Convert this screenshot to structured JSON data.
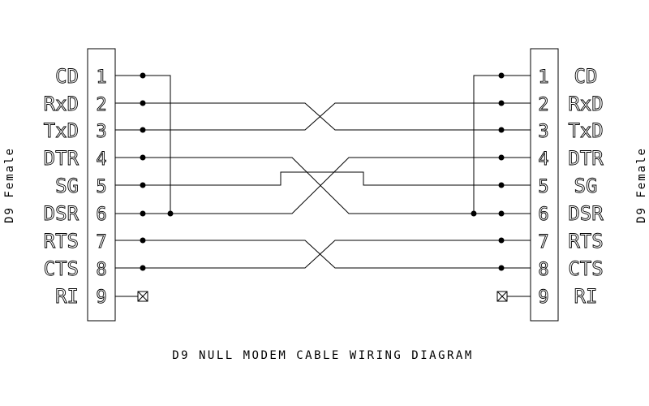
{
  "title": "D9 NULL MODEM CABLE WIRING DIAGRAM",
  "left_connector": {
    "label": "D9 Female",
    "pins": [
      {
        "num": "1",
        "signal": "CD"
      },
      {
        "num": "2",
        "signal": "RxD"
      },
      {
        "num": "3",
        "signal": "TxD"
      },
      {
        "num": "4",
        "signal": "DTR"
      },
      {
        "num": "5",
        "signal": "SG"
      },
      {
        "num": "6",
        "signal": "DSR"
      },
      {
        "num": "7",
        "signal": "RTS"
      },
      {
        "num": "8",
        "signal": "CTS"
      },
      {
        "num": "9",
        "signal": "RI"
      }
    ]
  },
  "right_connector": {
    "label": "D9 Female",
    "pins": [
      {
        "num": "1",
        "signal": "CD"
      },
      {
        "num": "2",
        "signal": "RxD"
      },
      {
        "num": "3",
        "signal": "TxD"
      },
      {
        "num": "4",
        "signal": "DTR"
      },
      {
        "num": "5",
        "signal": "SG"
      },
      {
        "num": "6",
        "signal": "DSR"
      },
      {
        "num": "7",
        "signal": "RTS"
      },
      {
        "num": "8",
        "signal": "CTS"
      },
      {
        "num": "9",
        "signal": "RI"
      }
    ]
  },
  "connections": [
    {
      "from": "2",
      "to": "3"
    },
    {
      "from": "3",
      "to": "2"
    },
    {
      "from": "4",
      "to": "6"
    },
    {
      "from": "6",
      "to": "4"
    },
    {
      "from": "5",
      "to": "5"
    },
    {
      "from": "7",
      "to": "8"
    },
    {
      "from": "8",
      "to": "7"
    },
    {
      "from": "1",
      "to": "6",
      "side": "left-bridge"
    },
    {
      "from": "1",
      "to": "6",
      "side": "right-bridge"
    },
    {
      "from": "9",
      "to": "",
      "status": "not connected"
    }
  ]
}
